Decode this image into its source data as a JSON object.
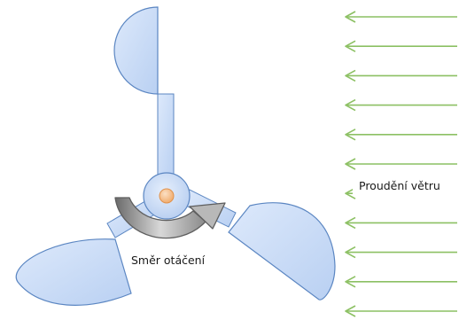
{
  "diagram": {
    "wind_label": "Proudění větru",
    "rotation_label": "Směr otáčení",
    "wind_arrow_count": 11,
    "colors": {
      "blade_fill": "#c9dcf6",
      "blade_stroke": "#5b86c2",
      "hub_fill": "#cfe0f8",
      "center_fill": "#f6c79a",
      "center_stroke": "#e0924d",
      "wind_arrow": "#8cc063",
      "rotation_arrow": "#7f7f7f"
    }
  }
}
